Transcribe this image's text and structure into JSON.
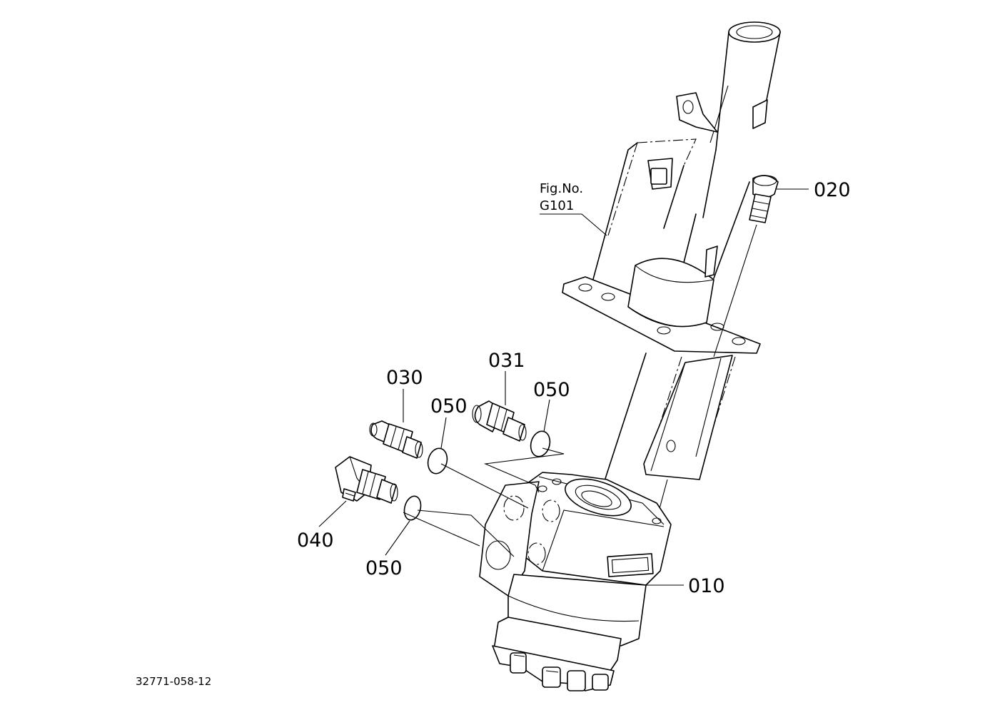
{
  "figure_reference": {
    "line1": "Fig.No.",
    "line2": "G101"
  },
  "callouts": {
    "c010": "010",
    "c020": "020",
    "c030": "030",
    "c031": "031",
    "c040": "040",
    "c050_a": "050",
    "c050_b": "050",
    "c050_c": "050"
  },
  "drawing_number": "32771-058-12"
}
